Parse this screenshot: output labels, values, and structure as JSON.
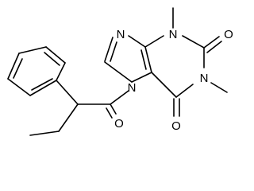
{
  "molecule": {
    "atoms": {
      "n7": "N",
      "n9": "N",
      "n3": "N",
      "n1": "N",
      "o2": "O",
      "o6": "O",
      "o_acyl": "O"
    }
  }
}
